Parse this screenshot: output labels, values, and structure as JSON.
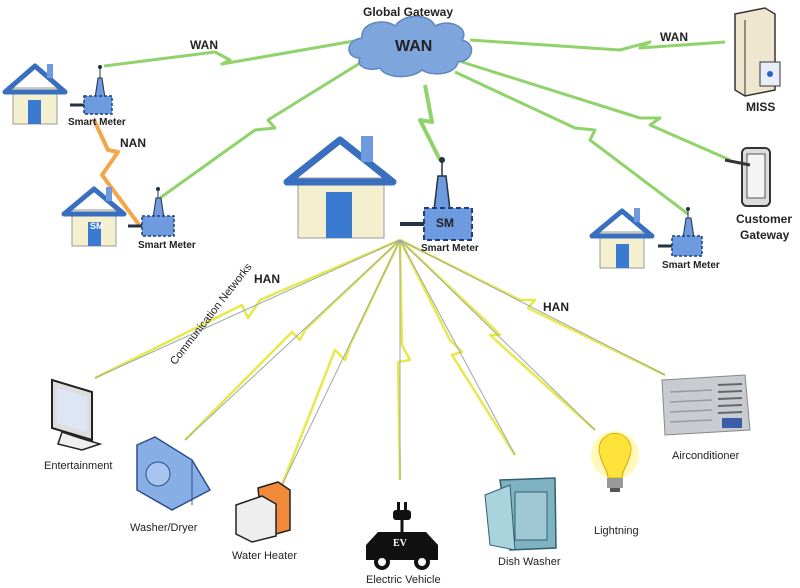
{
  "title": "Global Gateway",
  "cloud_label": "WAN",
  "network_labels": {
    "wan_left": "WAN",
    "wan_right": "WAN",
    "nan": "NAN",
    "han_left": "HAN",
    "han_right": "HAN",
    "comm": "Communication Networks"
  },
  "meter_badge": "SM",
  "houses": [
    {
      "meter_label": "Smart Meter"
    },
    {
      "meter_label": "Smart Meter"
    },
    {
      "meter_label": "Smart Meter"
    },
    {
      "meter_label": "Smart Meter"
    }
  ],
  "servers": {
    "miss": "MISS",
    "customer_gateway_line1": "Customer",
    "customer_gateway_line2": "Gateway"
  },
  "appliances": [
    {
      "label": "Entertainment",
      "icon": "monitor-icon"
    },
    {
      "label": "Washer/Dryer",
      "icon": "washer-icon"
    },
    {
      "label": "Water Heater",
      "icon": "water-heater-icon"
    },
    {
      "label": "Electric Vehicle",
      "icon": "ev-car-icon",
      "badge": "EV"
    },
    {
      "label": "Dish Washer",
      "icon": "dishwasher-icon"
    },
    {
      "label": "Lightning",
      "icon": "light-bulb-icon"
    },
    {
      "label": "Airconditioner",
      "icon": "air-conditioner-icon"
    }
  ],
  "colors": {
    "cloud": "#7ea6dc",
    "wan_link": "#8fd36a",
    "nan_link": "#f4a64a",
    "han_link": "#f0f040",
    "house_roof": "#3a6fbf",
    "house_wall": "#f3efcf",
    "meter": "#6e9ae0"
  }
}
